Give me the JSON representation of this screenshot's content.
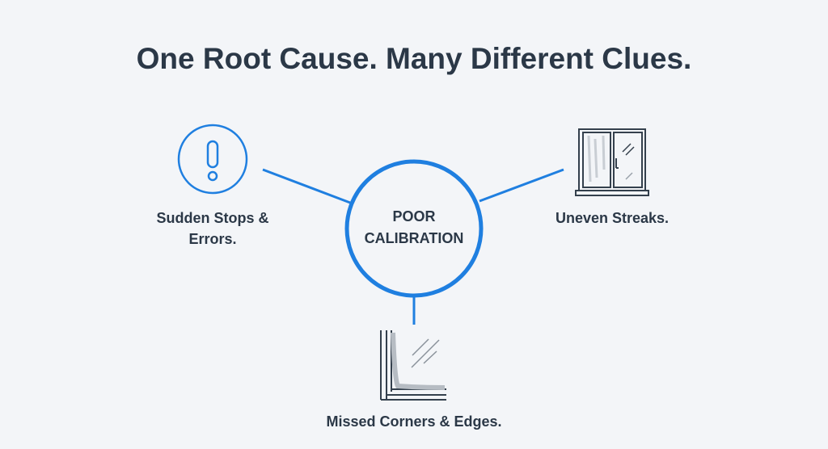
{
  "title": "One Root Cause. Many Different Clues.",
  "center": {
    "line1": "POOR",
    "line2": "CALIBRATION"
  },
  "clues": [
    {
      "icon": "alert-icon",
      "line1": "Sudden Stops &",
      "line2": "Errors."
    },
    {
      "icon": "window-icon",
      "line1": "Uneven Streaks."
    },
    {
      "icon": "corner-icon",
      "line1": "Missed Corners & Edges."
    }
  ],
  "colors": {
    "accent": "#1f7fe0",
    "text": "#2b3847",
    "background": "#f3f5f8"
  }
}
